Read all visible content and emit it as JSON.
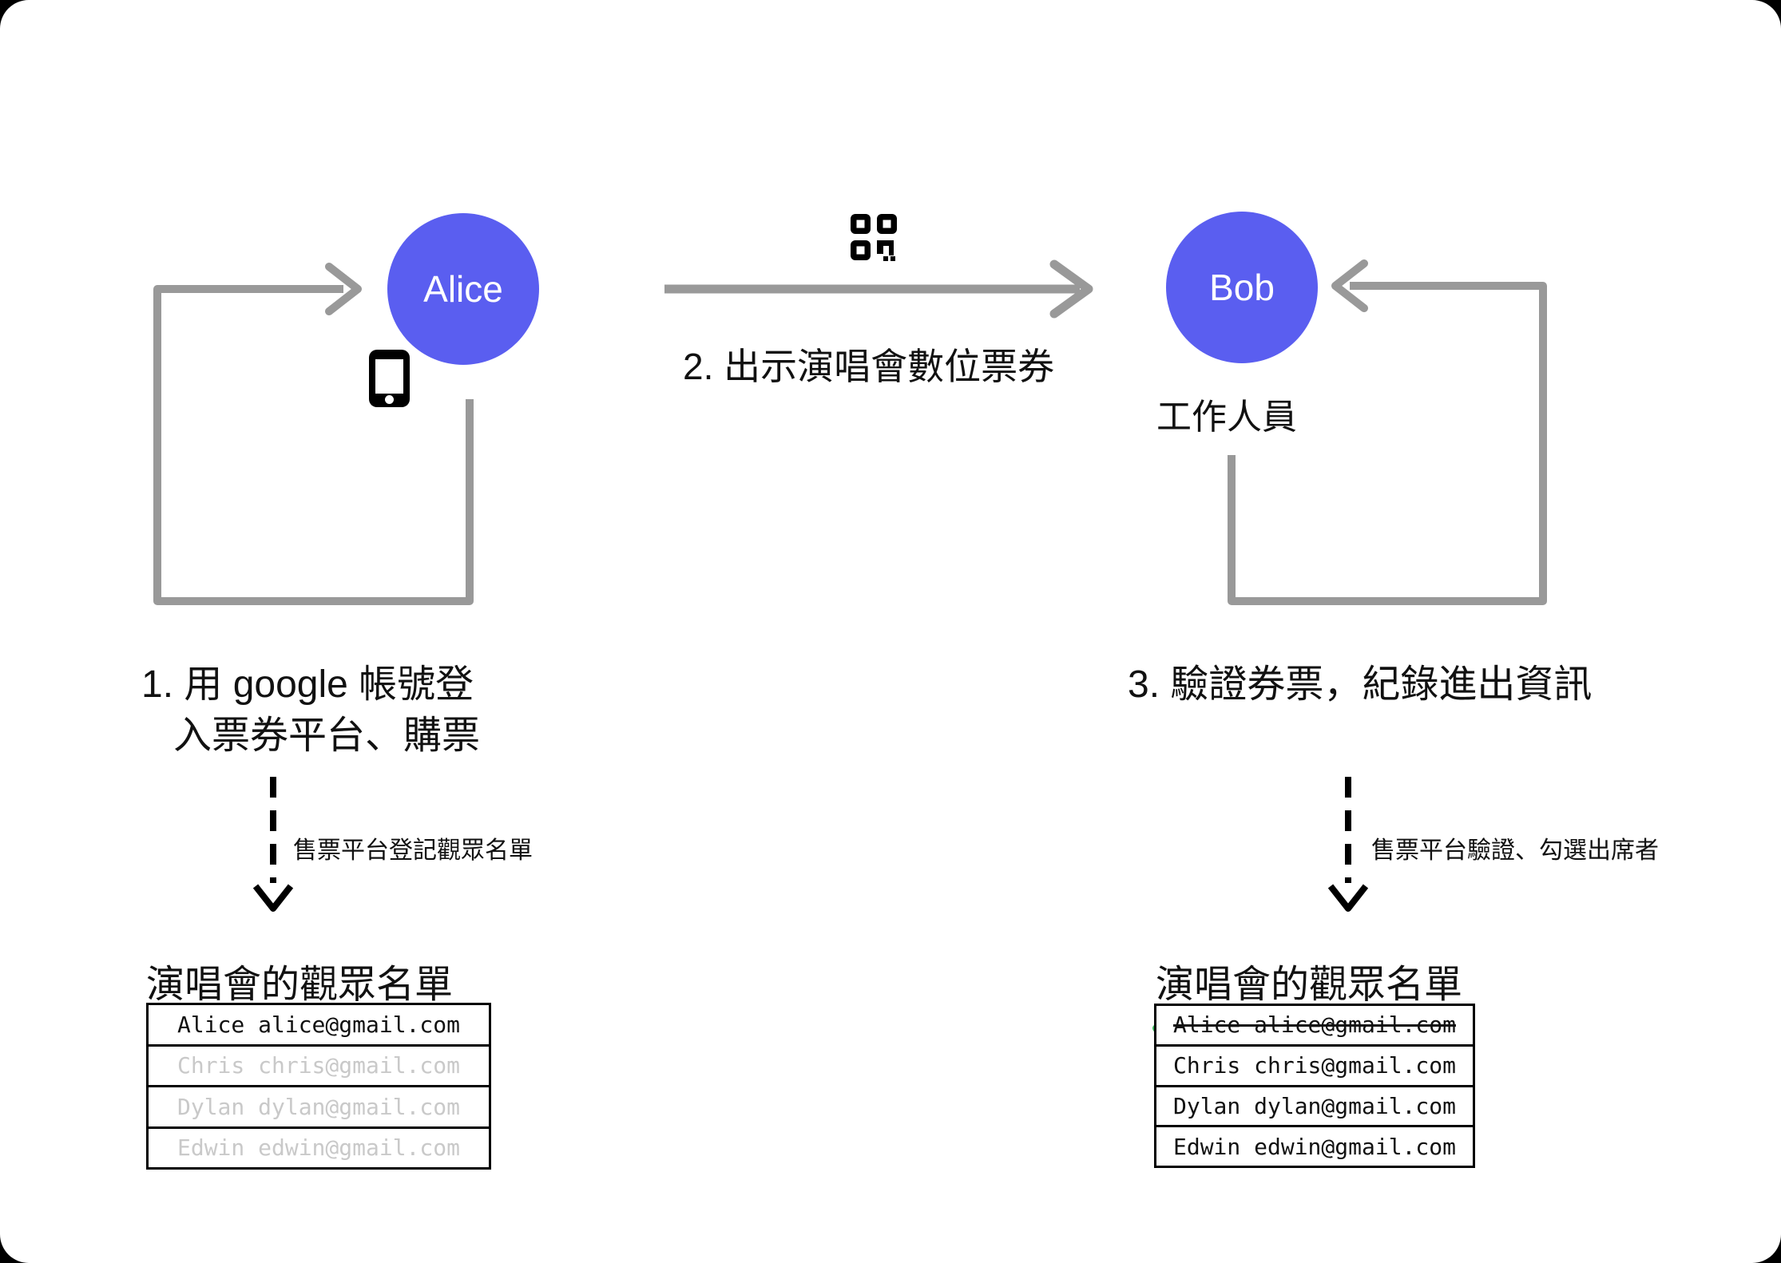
{
  "colors": {
    "accent_blue": "#5a5ef0",
    "line_gray": "#999999",
    "muted_text": "#c9c9c9",
    "check_green": "#3dba5d",
    "text_black": "#111111"
  },
  "actors": {
    "alice": {
      "label": "Alice"
    },
    "bob": {
      "label": "Bob",
      "role": "工作人員"
    }
  },
  "steps": {
    "step1_line1": "1. 用 google 帳號登",
    "step1_line2": "入票券平台、購票",
    "step2": "2. 出示演唱會數位票券",
    "step3": "3. 驗證券票，紀錄進出資訊"
  },
  "annotations": {
    "left": "售票平台登記觀眾名單",
    "right": "售票平台驗證、勾選出席者"
  },
  "icons": {
    "qr": "qr-code-icon",
    "phone": "smartphone-icon",
    "check": "checkmark-icon"
  },
  "lists": {
    "left": {
      "title": "演唱會的觀眾名單",
      "rows": [
        {
          "text": "Alice alice@gmail.com",
          "state": "active"
        },
        {
          "text": "Chris chris@gmail.com",
          "state": "muted"
        },
        {
          "text": "Dylan dylan@gmail.com",
          "state": "muted"
        },
        {
          "text": "Edwin edwin@gmail.com",
          "state": "muted"
        }
      ]
    },
    "right": {
      "title": "演唱會的觀眾名單",
      "rows": [
        {
          "text": "Alice alice@gmail.com",
          "state": "checked-struck"
        },
        {
          "text": "Chris chris@gmail.com",
          "state": "normal"
        },
        {
          "text": "Dylan dylan@gmail.com",
          "state": "normal"
        },
        {
          "text": "Edwin edwin@gmail.com",
          "state": "normal"
        }
      ]
    }
  }
}
